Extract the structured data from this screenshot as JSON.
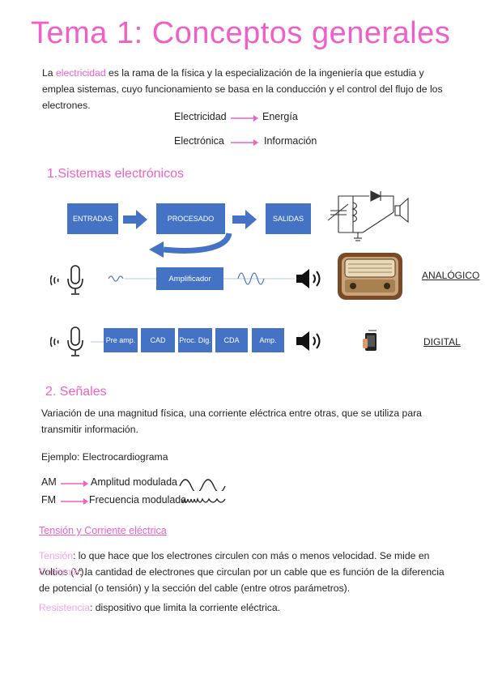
{
  "title": "Tema 1: Conceptos generales",
  "intro": {
    "prefix": "La ",
    "highlight": "electricidad",
    "rest": " es la rama de la física y la especialización de la ingeniería que estudia y emplea sistemas, cuyo funcionamiento se basa en la conducción y el control del flujo de los electrones."
  },
  "mappings": [
    {
      "left": "Electricidad",
      "right": "Energía"
    },
    {
      "left": "Electrónica",
      "right": "Información"
    }
  ],
  "section1": {
    "heading": "1.Sistemas electrónicos",
    "block_diagram": [
      "ENTRADAS",
      "PROCESADO",
      "SALIDAS"
    ],
    "analog_chain": {
      "box": "Amplificador",
      "label": "ANALÓGICO"
    },
    "digital_chain": {
      "boxes": [
        "Pre amp.",
        "CAD",
        "Proc. Dig.",
        "CDA",
        "Amp."
      ],
      "label": "DIGITAL"
    }
  },
  "section2": {
    "heading": "2. Señales",
    "definition": "Variación de una magnitud física, una corriente eléctrica entre otras, que se utiliza para transmitir información.",
    "example": "Ejemplo: Electrocardiograma",
    "modulations": [
      {
        "abbr": "AM",
        "label": "Amplitud modulada"
      },
      {
        "abbr": "FM",
        "label": "Frecuencia modulada"
      }
    ]
  },
  "section3": {
    "heading": "Tensión y Corriente eléctrica",
    "items": [
      {
        "term": "Tensión",
        "text": ": lo que hace que los electrones circulen con más o menos velocidad. Se mide en Voltios (V)."
      },
      {
        "term": "Corriente",
        "text": ": la cantidad de electrones que circulan por un cable que es función de la diferencia de potencial (o tensión) y la sección del cable (entre otros parámetros)."
      },
      {
        "term": "Resistencia",
        "text": ": dispositivo que limita la corriente eléctrica."
      }
    ]
  },
  "colors": {
    "accent": "#f05fc8",
    "accent_light": "#f7a3de",
    "box_blue": "#4472c4"
  },
  "icons": [
    "microphone-icon",
    "speaker-icon",
    "radio-image",
    "phone-image",
    "circuit-image",
    "arrow-right-icon",
    "wave-icon"
  ]
}
